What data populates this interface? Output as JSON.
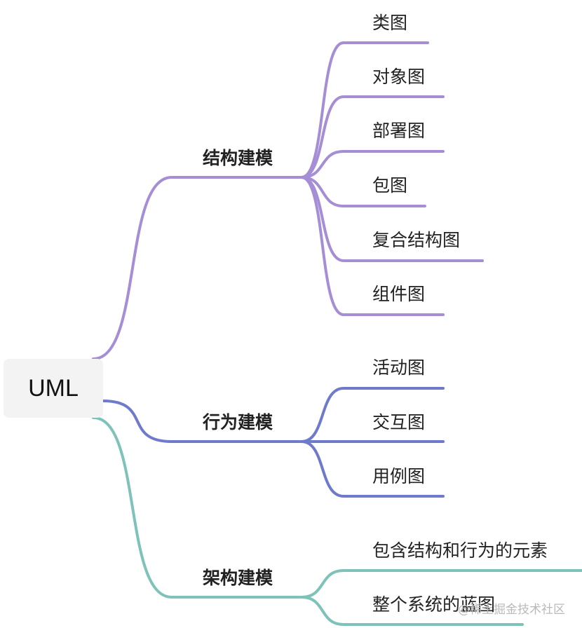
{
  "root": {
    "label": "UML"
  },
  "colors": {
    "structure": "#a58ed6",
    "behavior": "#6e7acb",
    "architecture": "#7ec3b9"
  },
  "branches": [
    {
      "label": "结构建模",
      "children": [
        "类图",
        "对象图",
        "部署图",
        "包图",
        "复合结构图",
        "组件图"
      ]
    },
    {
      "label": "行为建模",
      "children": [
        "活动图",
        "交互图",
        "用例图"
      ]
    },
    {
      "label": "架构建模",
      "children": [
        "包含结构和行为的元素",
        "整个系统的蓝图"
      ]
    }
  ],
  "watermark": "@稀土掘金技术社区"
}
